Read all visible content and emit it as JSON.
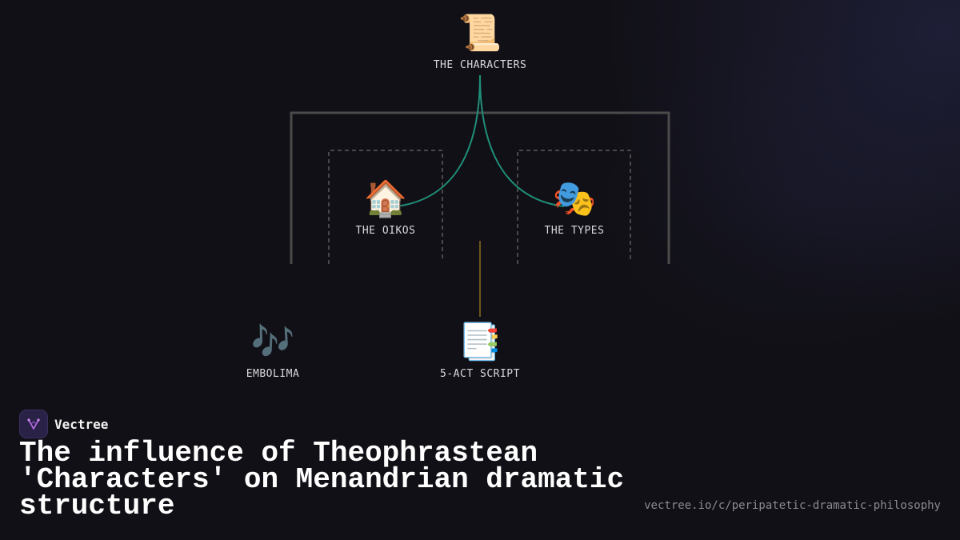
{
  "diagram": {
    "nodes": [
      {
        "id": "characters",
        "label": "THE CHARACTERS",
        "icon": "📜",
        "icon_name": "scroll-icon"
      },
      {
        "id": "oikos",
        "label": "THE OIKOS",
        "icon": "🏠",
        "icon_name": "house-icon"
      },
      {
        "id": "types",
        "label": "THE TYPES",
        "icon": "🎭",
        "icon_name": "theater-masks-icon"
      },
      {
        "id": "embolima",
        "label": "EMBOLIMA",
        "icon": "🎶",
        "icon_name": "music-notes-icon"
      },
      {
        "id": "script",
        "label": "5-ACT SCRIPT",
        "icon": "📑",
        "icon_name": "bookmark-tabs-icon"
      }
    ],
    "edges": [
      {
        "from": "characters",
        "to": "oikos",
        "color": "#1f8f78"
      },
      {
        "from": "characters",
        "to": "types",
        "color": "#1f8f78"
      },
      {
        "from": "oikos_types",
        "to": "script",
        "color": "#8a6d1e"
      }
    ],
    "colors": {
      "teal_edge": "#1f8f78",
      "gold_edge": "#8a6d1e",
      "frame": "#4a4a4a",
      "dashed_box": "#5a5a5a"
    }
  },
  "brand": {
    "name": "Vectree",
    "logo_icon": "vectree-logo-icon",
    "logo_color": "#b36ce0"
  },
  "title": "The influence of Theophrastean 'Characters' on Menandrian dramatic structure",
  "url": "vectree.io/c/peripatetic-dramatic-philosophy"
}
